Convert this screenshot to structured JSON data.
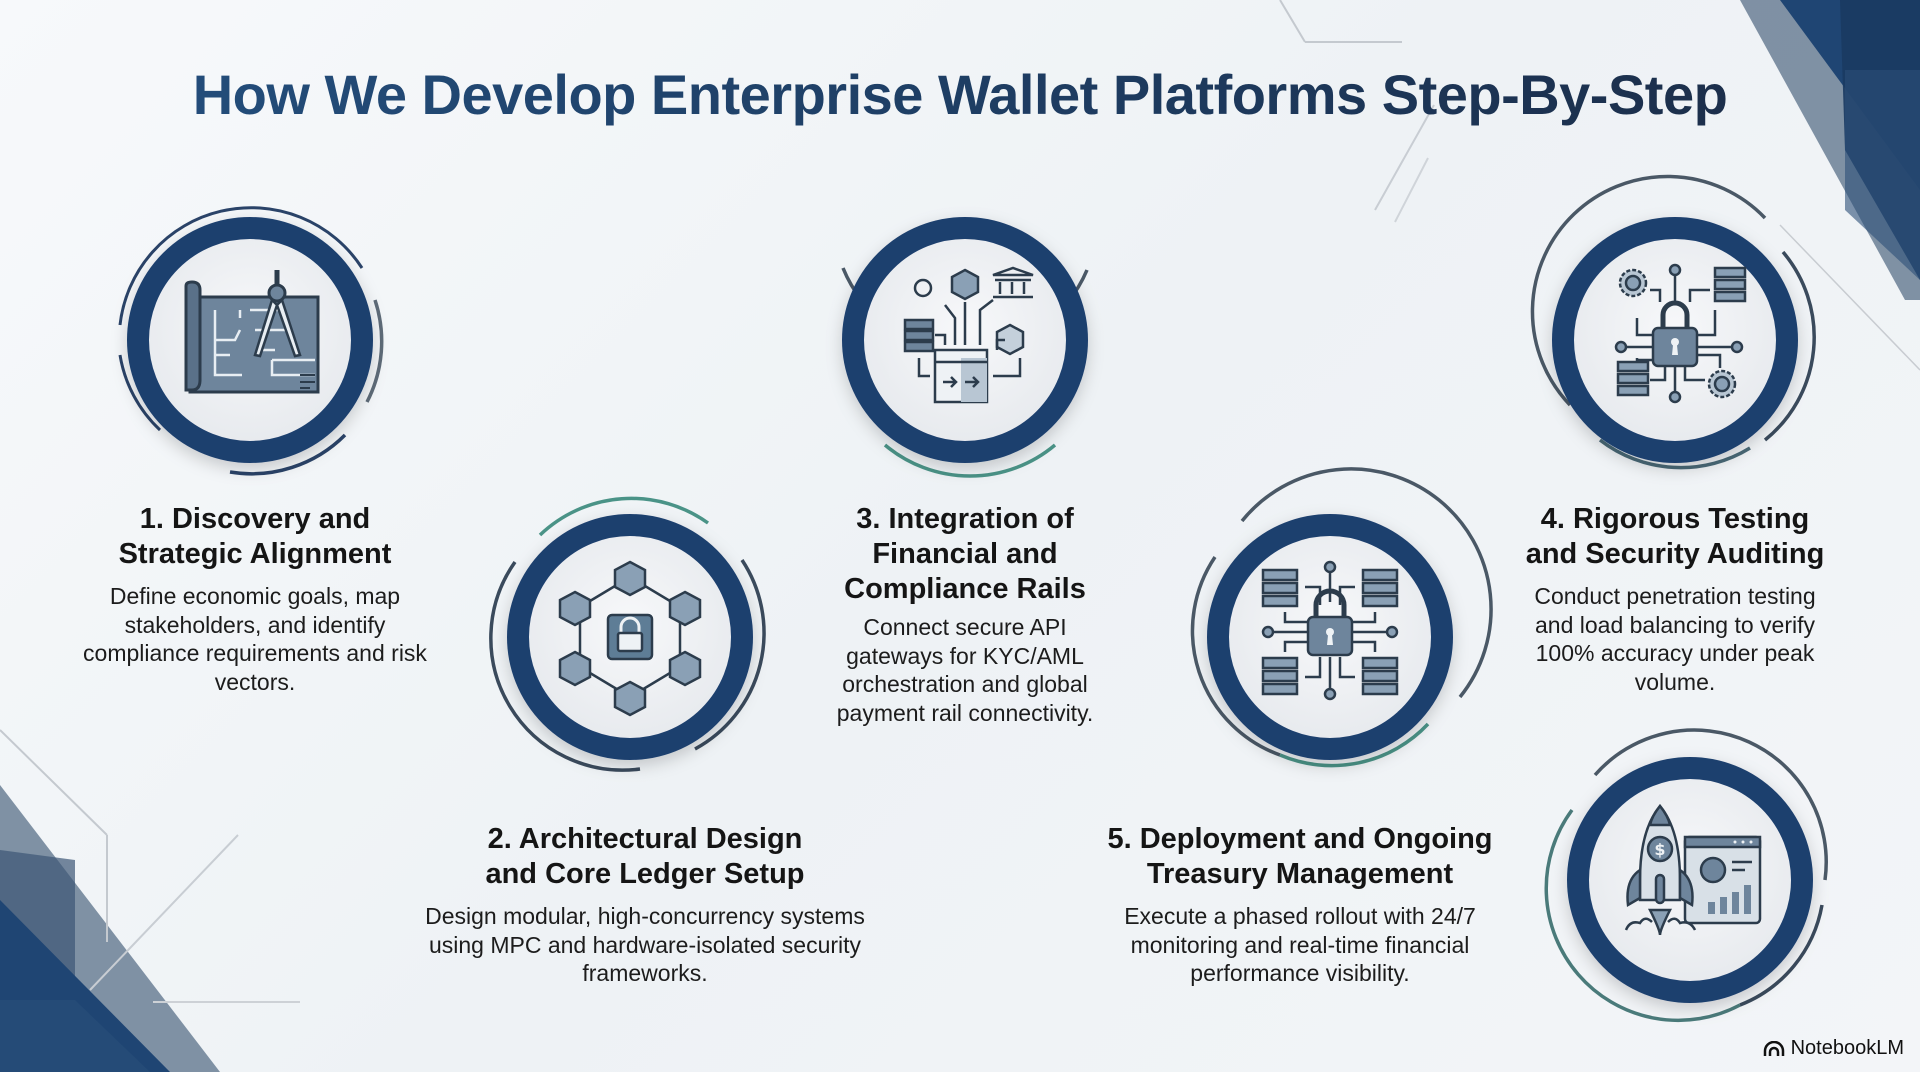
{
  "title": "How We Develop Enterprise Wallet Platforms Step-By-Step",
  "colors": {
    "title": "#1f4675",
    "ring_navy": "#1e3f6e",
    "ring_gray": "#5e6b78",
    "ring_teal": "#4a9387",
    "icon_fill": "#6e859c",
    "icon_stroke": "#2c3c4c",
    "corner_navy": "#1f4573",
    "corner_slate": "#6b7f95"
  },
  "steps": [
    {
      "number": "1",
      "title_line1": "1. Discovery and",
      "title_line2": "Strategic Alignment",
      "description": "Define economic goals, map stakeholders, and identify compliance requirements and risk vectors.",
      "icon": "blueprint-compass-icon"
    },
    {
      "number": "2",
      "title_line1": "2. Architectural Design",
      "title_line2": "and Core Ledger Setup",
      "description": "Design modular, high-concurrency systems using MPC and hardware-isolated security frameworks.",
      "icon": "blockchain-lock-icon"
    },
    {
      "number": "3",
      "title_line1": "3. Integration of",
      "title_line2": "Financial and",
      "title_line3": "Compliance Rails",
      "description": "Connect secure API gateways for KYC/AML orchestration and global payment rail connectivity.",
      "icon": "api-integration-icon"
    },
    {
      "number": "4",
      "title_line1": "4. Rigorous Testing",
      "title_line2": "and Security Auditing",
      "description": "Conduct penetration testing and load balancing to verify 100% accuracy under peak volume.",
      "icon": "lock-gears-servers-icon"
    },
    {
      "number": "5",
      "title_line1": "5. Deployment and Ongoing",
      "title_line2": "Treasury Management",
      "description": "Execute a phased rollout with 24/7 monitoring and real-time financial performance visibility.",
      "icon": "rocket-dashboard-icon"
    }
  ],
  "extra_icons": [
    "lock-servers-distribution-icon"
  ],
  "brand": {
    "label": "NotebookLM",
    "icon": "notebooklm-logo-icon"
  }
}
